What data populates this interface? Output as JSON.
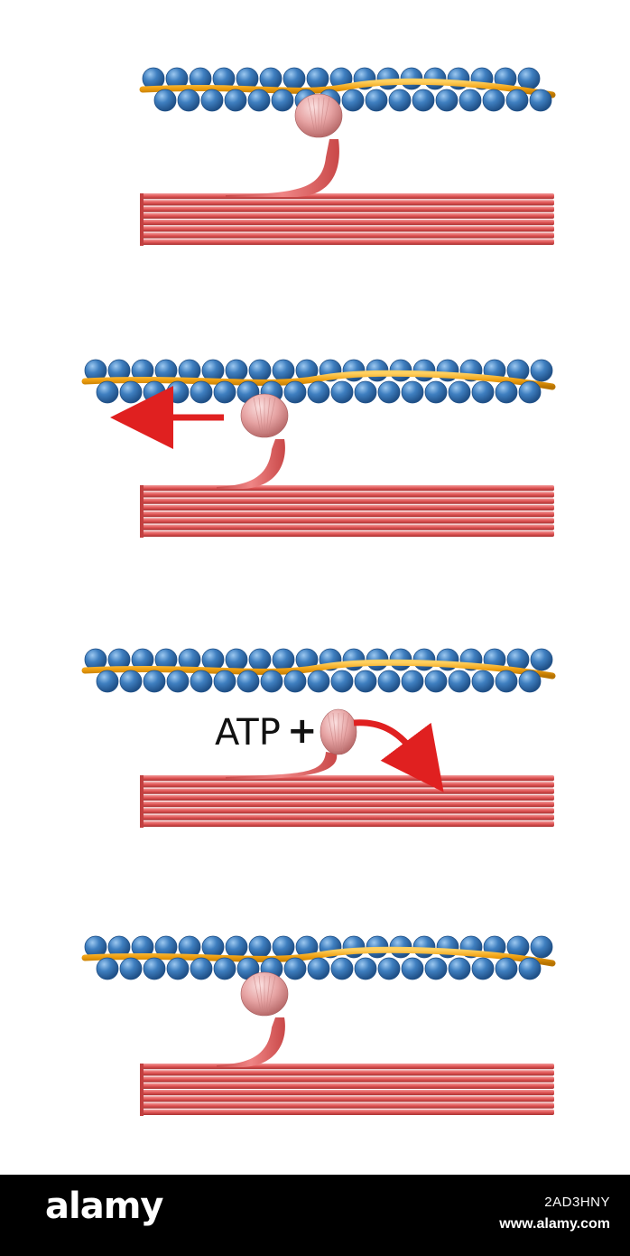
{
  "diagram": {
    "panels": [
      {
        "stage": "bound"
      },
      {
        "stage": "power-stroke"
      },
      {
        "stage": "atp-release"
      },
      {
        "stage": "re-cocked"
      }
    ],
    "atp_label": "ATP",
    "atp_plus": "+",
    "colors": {
      "actin_bead": "#3f7fc0",
      "actin_bead_dark": "#2a5f98",
      "tropomyosin": "#f0a010",
      "myosin_red": "#e05555",
      "myosin_head": "#e6a3a3",
      "arrow_red": "#e02020"
    },
    "icons": [
      "left-arrow-icon",
      "curved-arrow-icon"
    ]
  },
  "footer": {
    "brand": "alamy",
    "image_id": "2AD3HNY",
    "url": "www.alamy.com"
  }
}
